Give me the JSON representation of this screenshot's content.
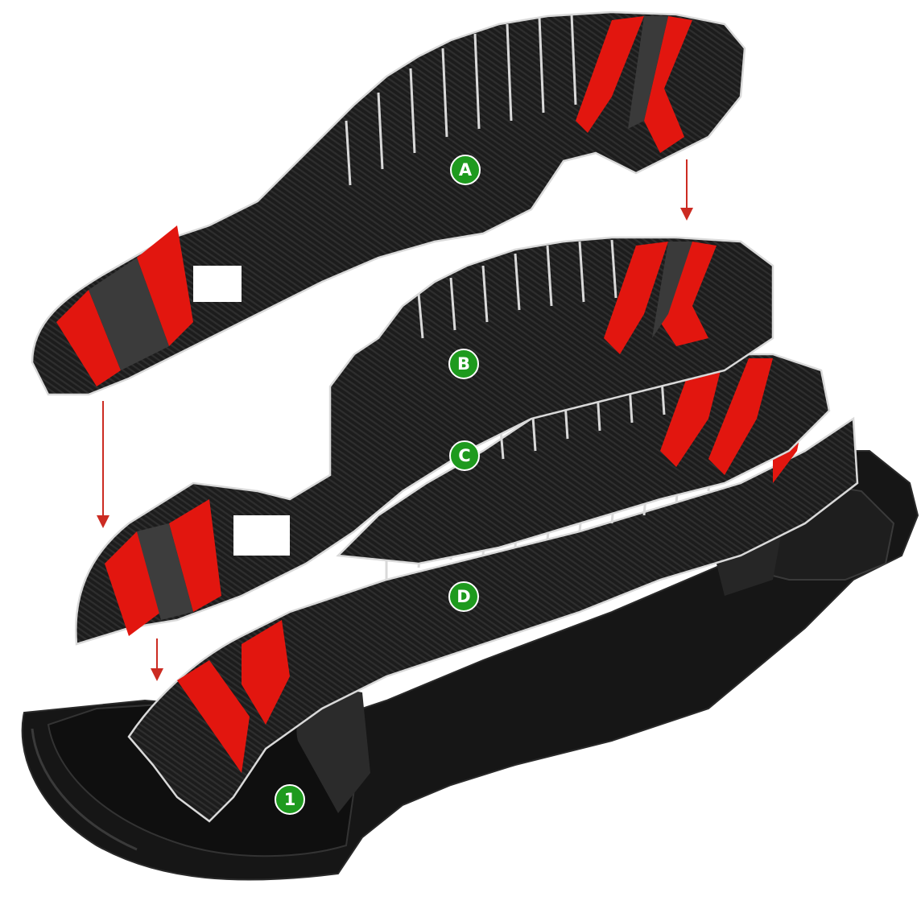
{
  "labels": {
    "part_a": "A",
    "part_b": "B",
    "part_c": "C",
    "part_d": "D",
    "part_1": "1"
  },
  "colors": {
    "panel": "#1b1b1b",
    "panel_dark": "#101010",
    "accent_red": "#e2160f",
    "edge": "#d9d9d9",
    "badge": "#1e9a1e",
    "arrow": "#cc2b22"
  }
}
